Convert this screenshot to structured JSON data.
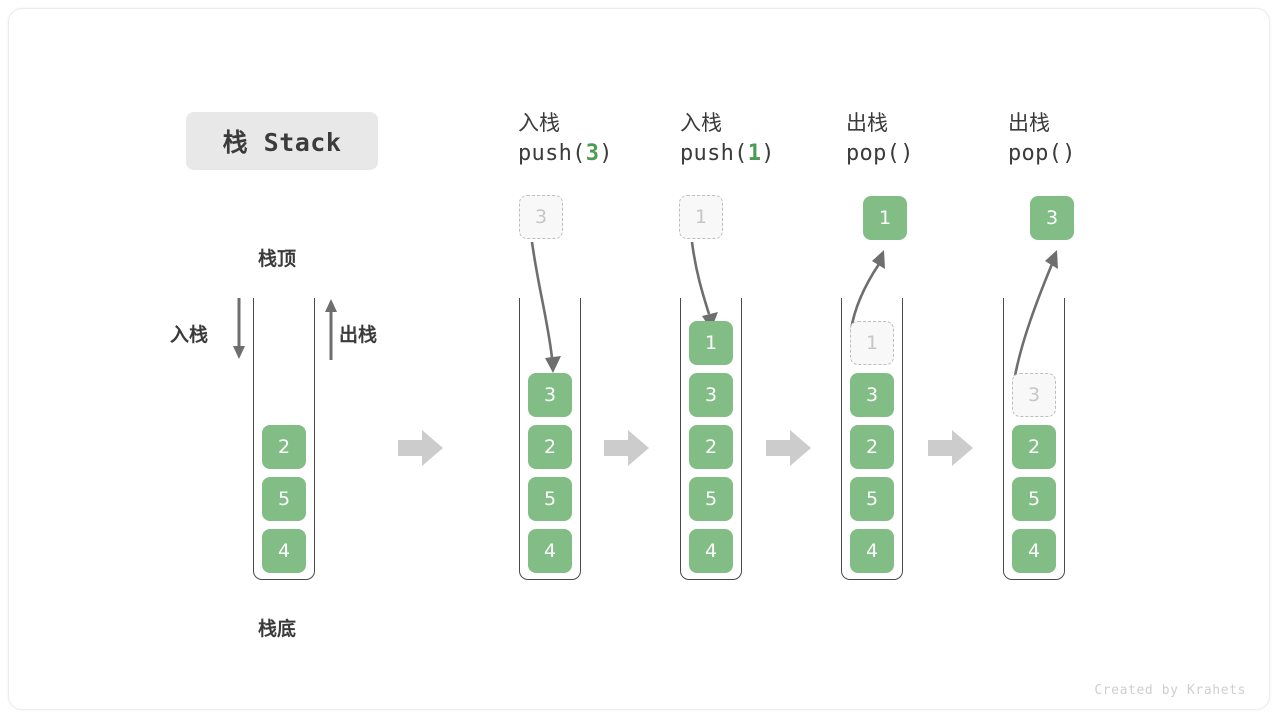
{
  "figure": {
    "title_badge": "栈 Stack",
    "credit": "Created by Krahets",
    "colors": {
      "element_green": "#82bd86",
      "ghost_border": "#bdbdbd",
      "ghost_text": "#c6c6c6",
      "flow_arrow": "#cccccc",
      "stack_border": "#4a4a4a",
      "badge_bg": "#e8e8e8",
      "text_dark": "#3b3b3b",
      "accent_green_text": "#4c9a53"
    }
  },
  "labels": {
    "top": "栈顶",
    "bottom": "栈底",
    "push": "入栈",
    "pop": "出栈"
  },
  "columns": [
    {
      "id": "initial",
      "header_cjk": "",
      "header_code": "",
      "elements": [
        "2",
        "5",
        "4"
      ],
      "ghost_index": -1,
      "floating": null
    },
    {
      "id": "push-3",
      "header_cjk": "入栈",
      "header_code_prefix": "push(",
      "header_code_arg": "3",
      "header_code_suffix": ")",
      "elements": [
        "3",
        "2",
        "5",
        "4"
      ],
      "ghost_index": -1,
      "floating": {
        "value": "3",
        "style": "ghost"
      }
    },
    {
      "id": "push-1",
      "header_cjk": "入栈",
      "header_code_prefix": "push(",
      "header_code_arg": "1",
      "header_code_suffix": ")",
      "elements": [
        "1",
        "3",
        "2",
        "5",
        "4"
      ],
      "ghost_index": -1,
      "floating": {
        "value": "1",
        "style": "ghost"
      }
    },
    {
      "id": "pop-1",
      "header_cjk": "出栈",
      "header_code_prefix": "pop(",
      "header_code_arg": "",
      "header_code_suffix": ")",
      "elements": [
        "1",
        "3",
        "2",
        "5",
        "4"
      ],
      "ghost_index": 0,
      "floating": {
        "value": "1",
        "style": "solid"
      }
    },
    {
      "id": "pop-3",
      "header_cjk": "出栈",
      "header_code_prefix": "pop(",
      "header_code_arg": "",
      "header_code_suffix": ")",
      "elements": [
        "3",
        "2",
        "5",
        "4"
      ],
      "ghost_index": 0,
      "floating": {
        "value": "3",
        "style": "solid"
      }
    }
  ]
}
